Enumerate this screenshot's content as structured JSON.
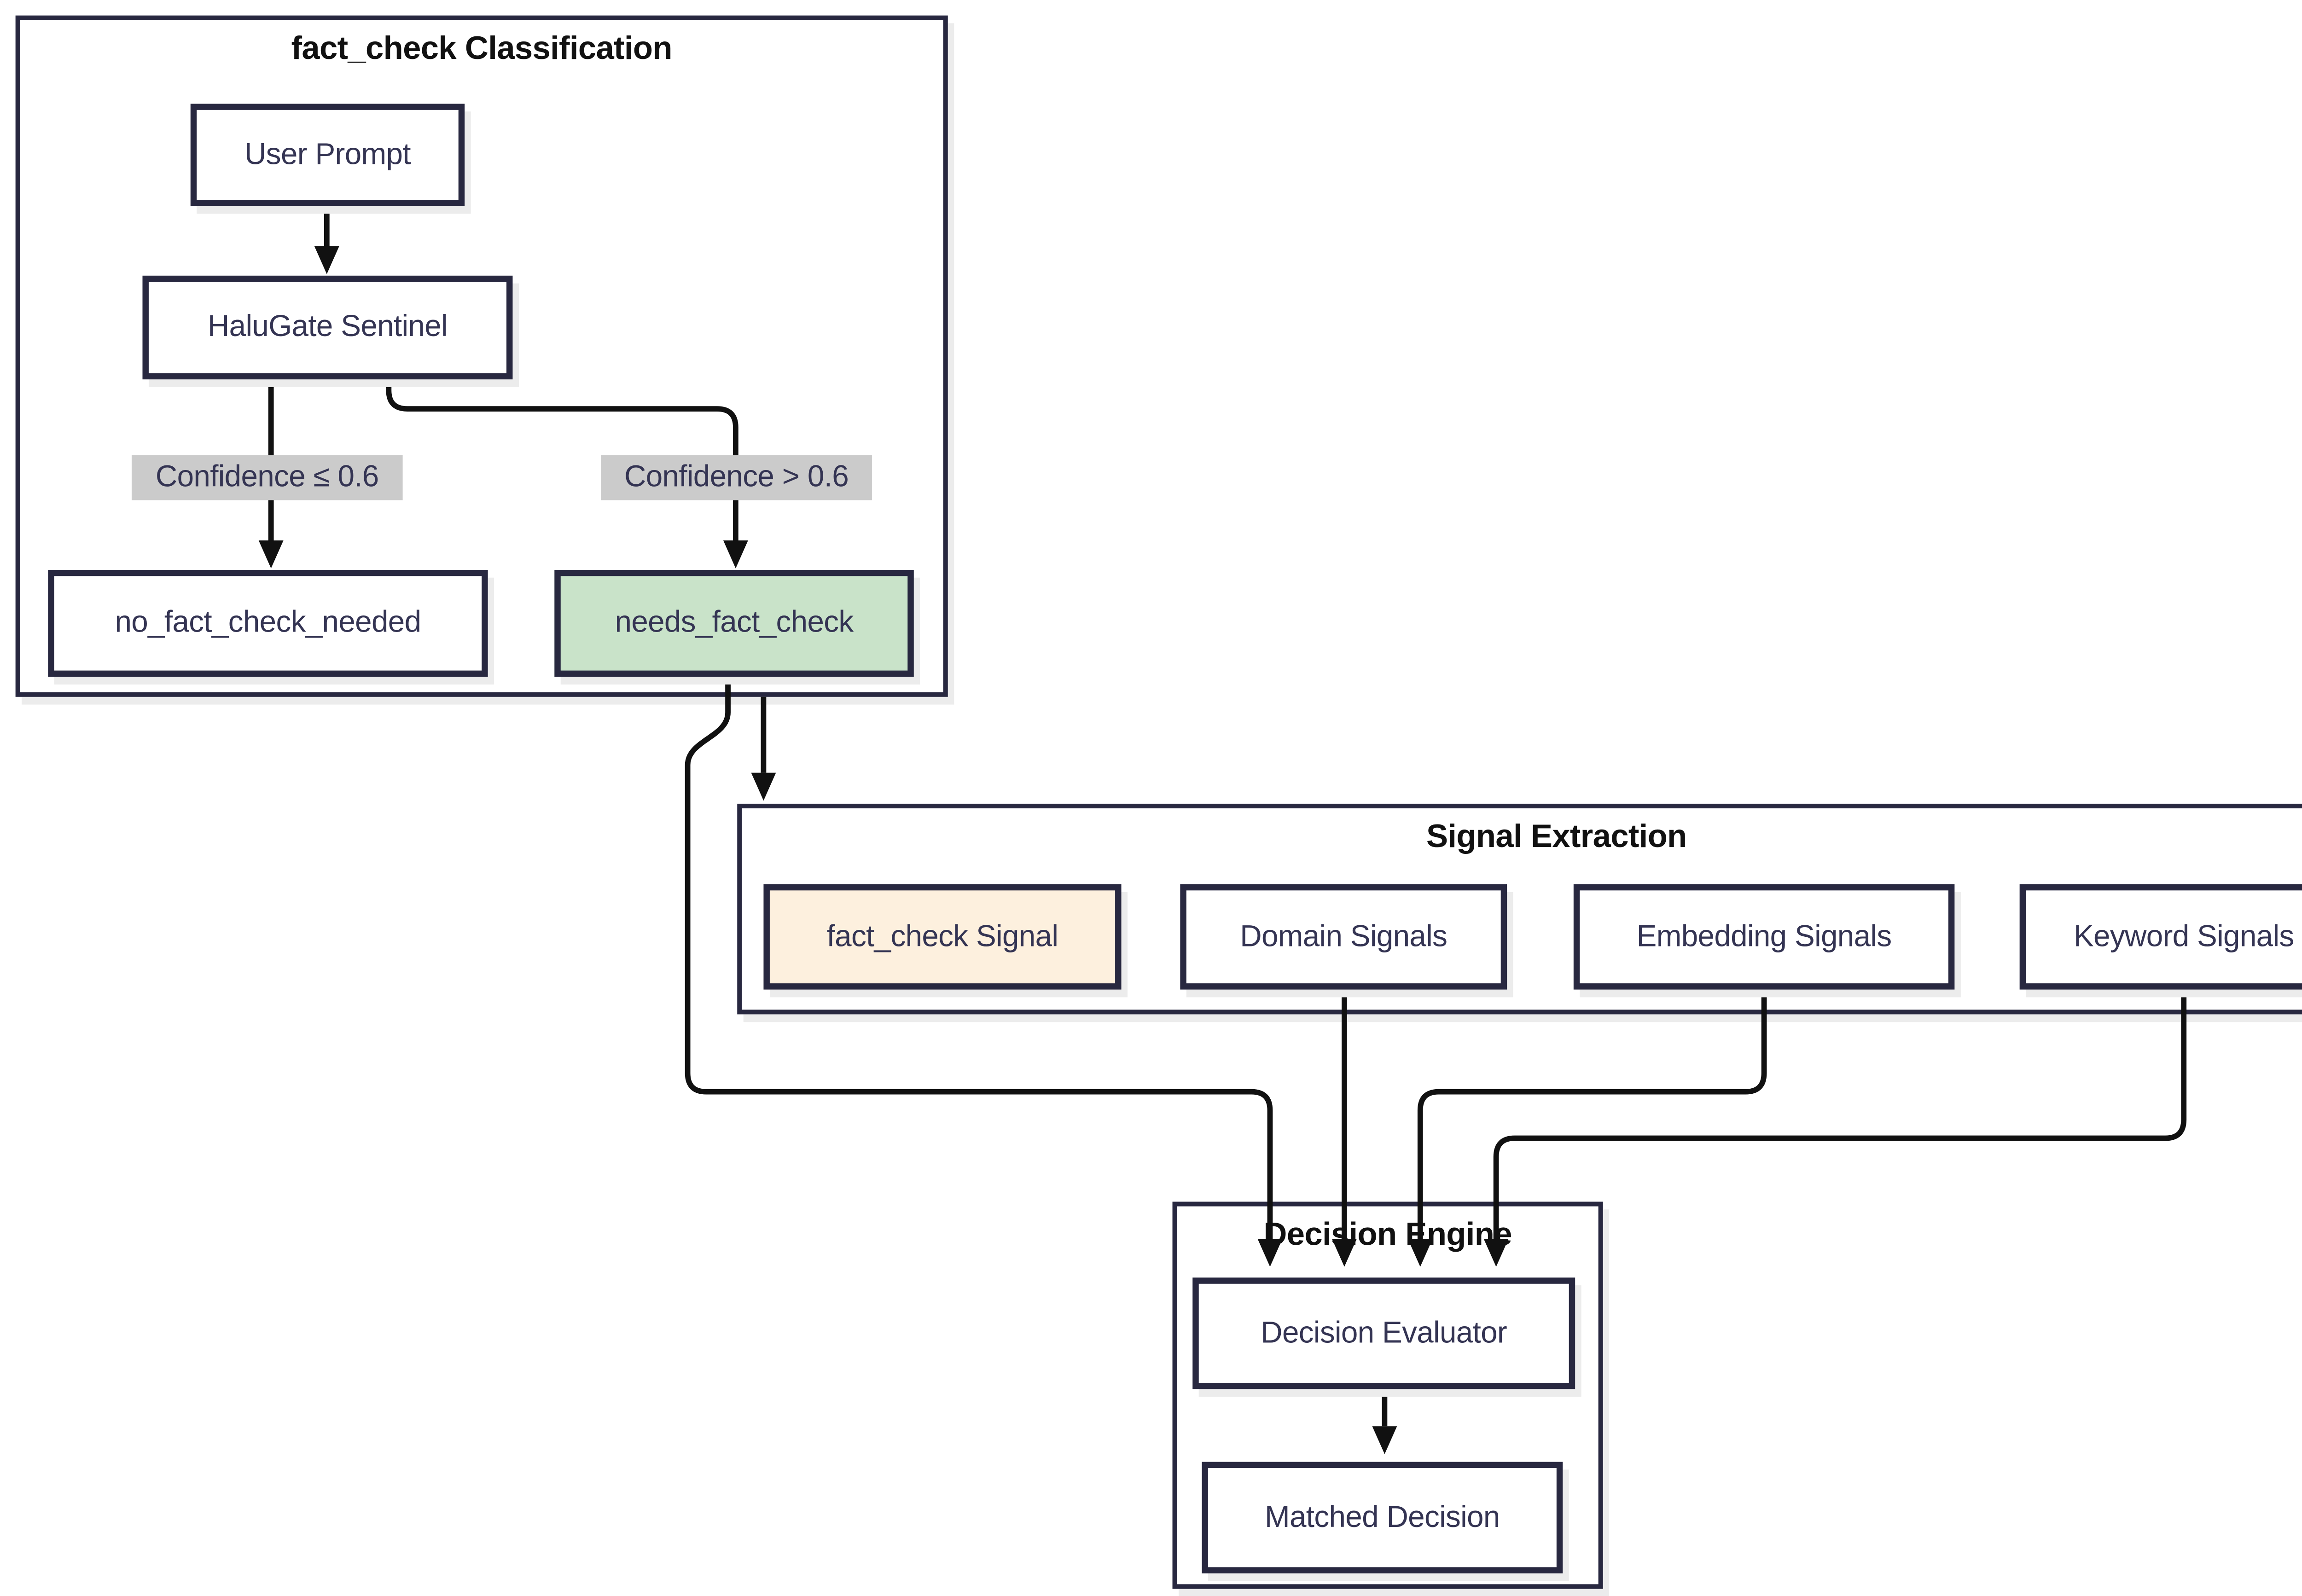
{
  "diagram": {
    "clusters": [
      {
        "id": "classification",
        "title": "fact_check Classification"
      },
      {
        "id": "signal-extraction",
        "title": "Signal Extraction"
      },
      {
        "id": "decision-engine",
        "title": "Decision Engine"
      }
    ],
    "nodes": [
      {
        "id": "user-prompt",
        "label": "User Prompt",
        "fill": "#ffffff"
      },
      {
        "id": "halugate-sentinel",
        "label": "HaluGate Sentinel",
        "fill": "#ffffff"
      },
      {
        "id": "no-fact-check",
        "label": "no_fact_check_needed",
        "fill": "#ffffff"
      },
      {
        "id": "needs-fact-check",
        "label": "needs_fact_check",
        "fill": "#c9e3c9"
      },
      {
        "id": "fact-check-signal",
        "label": "fact_check Signal",
        "fill": "#fdf0de"
      },
      {
        "id": "domain-signals",
        "label": "Domain Signals",
        "fill": "#ffffff"
      },
      {
        "id": "embedding-signals",
        "label": "Embedding Signals",
        "fill": "#ffffff"
      },
      {
        "id": "keyword-signals",
        "label": "Keyword Signals",
        "fill": "#ffffff"
      },
      {
        "id": "decision-evaluator",
        "label": "Decision Evaluator",
        "fill": "#ffffff"
      },
      {
        "id": "matched-decision",
        "label": "Matched Decision",
        "fill": "#ffffff"
      }
    ],
    "edge_labels": [
      {
        "id": "confidence-low",
        "text": "Confidence ≤ 0.6"
      },
      {
        "id": "confidence-high",
        "text": "Confidence > 0.6"
      }
    ],
    "edges": [
      {
        "from": "user-prompt",
        "to": "halugate-sentinel"
      },
      {
        "from": "halugate-sentinel",
        "to": "no-fact-check",
        "label": "Confidence ≤ 0.6"
      },
      {
        "from": "halugate-sentinel",
        "to": "needs-fact-check",
        "label": "Confidence > 0.6"
      },
      {
        "from": "needs-fact-check",
        "to": "signal-extraction"
      },
      {
        "from": "needs-fact-check",
        "to": "decision-evaluator"
      },
      {
        "from": "domain-signals",
        "to": "decision-evaluator"
      },
      {
        "from": "embedding-signals",
        "to": "decision-evaluator"
      },
      {
        "from": "keyword-signals",
        "to": "decision-evaluator"
      },
      {
        "from": "decision-evaluator",
        "to": "matched-decision"
      }
    ],
    "colors": {
      "node_border": "#282840",
      "node_text": "#343453",
      "cluster_title_text": "#111111",
      "highlight_green": "#c9e3c9",
      "highlight_peach": "#fdf0de",
      "edge_label_bg": "#cbcbcb",
      "edge_line": "#111111",
      "shadow": "#ececec",
      "background": "#ffffff"
    }
  }
}
